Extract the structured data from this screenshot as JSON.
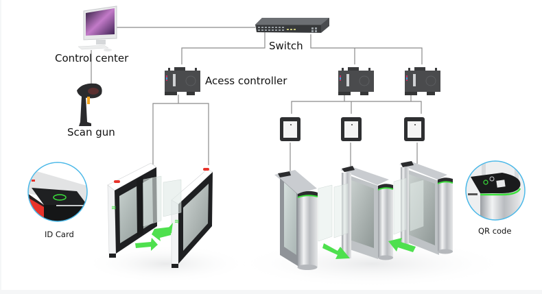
{
  "diagram": {
    "type": "access-control-network-topology",
    "nodes": {
      "control_center": {
        "label": "Control center",
        "icon": "desktop-computer-icon"
      },
      "scan_gun": {
        "label": "Scan gun",
        "icon": "barcode-scanner-icon"
      },
      "switch": {
        "label": "Switch",
        "icon": "network-switch-icon"
      },
      "access_controller": {
        "label": "Acess controller",
        "icon": "access-controller-icon",
        "count": 3
      },
      "qr_readers": {
        "icon": "qr-reader-icon",
        "count": 3
      },
      "gates_id": {
        "icon": "swing-gate-icon",
        "count": 2,
        "caption": "ID Card"
      },
      "gates_qr": {
        "icon": "swing-gate-icon",
        "count": 3,
        "caption": "QR code"
      }
    },
    "callouts": {
      "id_card": {
        "label": "ID Card",
        "ring_color": "#4ab8e8"
      },
      "qr_code": {
        "label": "QR code",
        "ring_color": "#4ab8e8"
      }
    },
    "edges": [
      [
        "control_center",
        "switch"
      ],
      [
        "control_center",
        "scan_gun"
      ],
      [
        "switch",
        "access_controller_1"
      ],
      [
        "switch",
        "access_controller_2"
      ],
      [
        "switch",
        "access_controller_3"
      ],
      [
        "access_controller_1",
        "gate_id_1"
      ],
      [
        "access_controller_1",
        "gate_id_2"
      ],
      [
        "access_controller_2",
        "qr_reader_1"
      ],
      [
        "access_controller_2",
        "qr_reader_2"
      ],
      [
        "access_controller_3",
        "qr_reader_3"
      ],
      [
        "qr_reader_1",
        "gate_qr_1"
      ],
      [
        "qr_reader_2",
        "gate_qr_2"
      ],
      [
        "qr_reader_3",
        "gate_qr_3"
      ]
    ],
    "colors": {
      "line": "#8a8a8a",
      "arrow_green": "#4ee04e",
      "led_green": "#3be03b",
      "led_red": "#e8332b",
      "device_dark": "#3a3b3d"
    }
  }
}
